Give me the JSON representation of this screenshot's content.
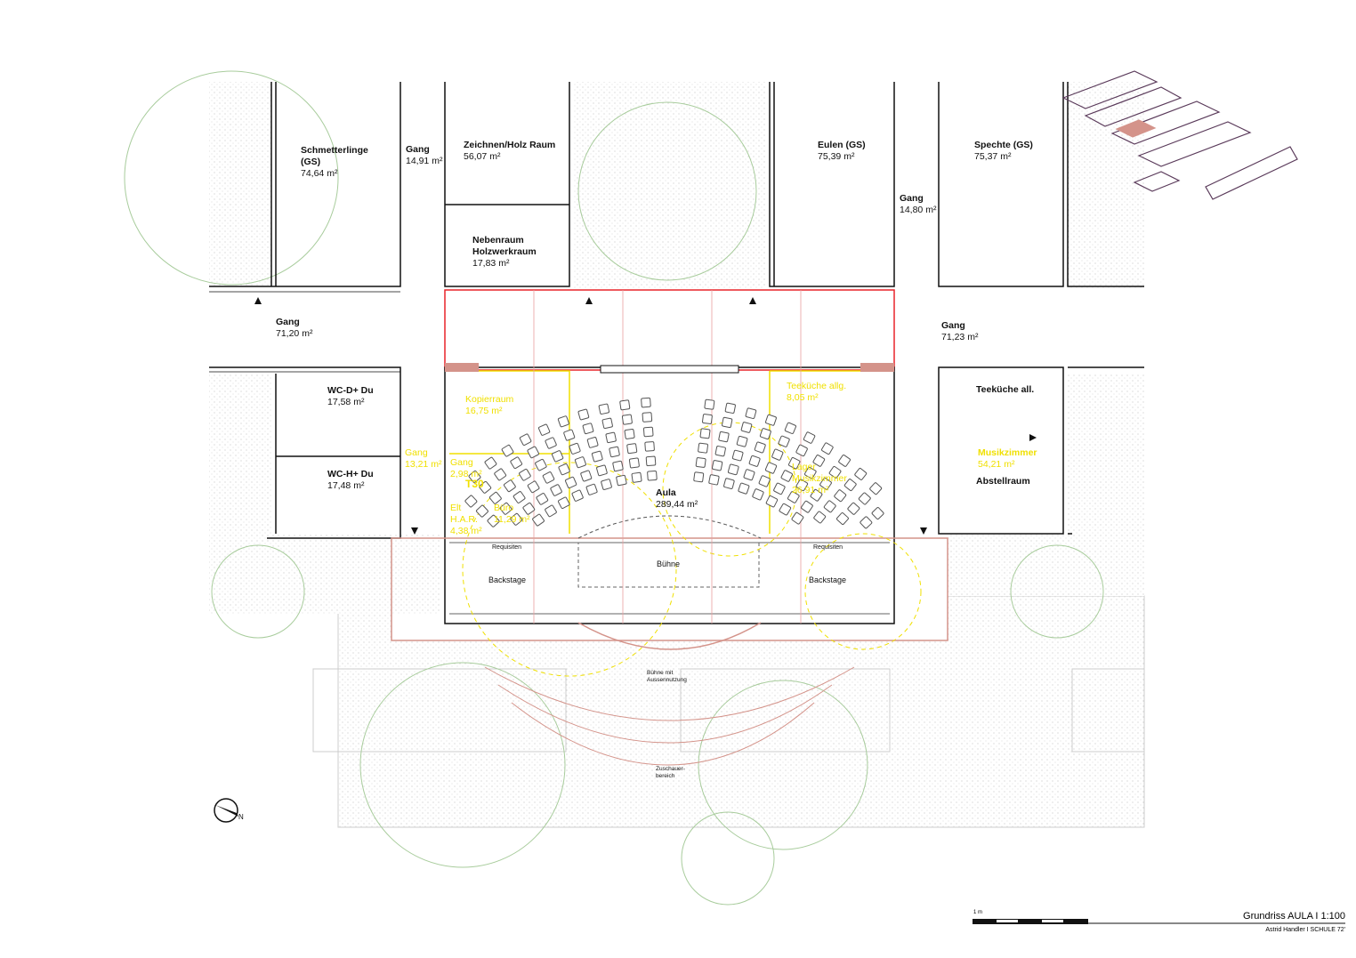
{
  "rooms_top": [
    {
      "name": "Schmetterlinge (GS)",
      "area": "74,64 m²"
    },
    {
      "name": "Gang",
      "area": "14,91 m²"
    },
    {
      "name": "Zeichnen/Holz Raum",
      "area": "56,07 m²"
    },
    {
      "name": "Nebenraum Holzwerkraum",
      "area": "17,83 m²"
    },
    {
      "name": "Eulen (GS)",
      "area": "75,39 m²"
    },
    {
      "name": "Gang",
      "area": "14,80 m²"
    },
    {
      "name": "Spechte (GS)",
      "area": "75,37 m²"
    }
  ],
  "corridors": [
    {
      "name": "Gang",
      "area": "71,20 m²"
    },
    {
      "name": "Gang",
      "area": "71,23 m²"
    }
  ],
  "rooms_mid": [
    {
      "name": "WC-D+ Du",
      "area": "17,58 m²"
    },
    {
      "name": "WC-H+ Du",
      "area": "17,48 m²"
    },
    {
      "name": "Teeküche all."
    },
    {
      "name": "Abstellraum"
    }
  ],
  "rooms_yellow": [
    {
      "name": "Gang",
      "area": "13,21 m²"
    },
    {
      "name": "Kopierraum",
      "area": "16,75 m²"
    },
    {
      "name": "Gang",
      "area": "2,98 m²"
    },
    {
      "name": "T30"
    },
    {
      "name": "Elt H.A.R.",
      "area": "4,38 m²"
    },
    {
      "name": "Büro",
      "area": "11,29 m²"
    },
    {
      "name": "Teeküche allg.",
      "area": "8,05 m²"
    },
    {
      "name": "Lager Musikzimmer",
      "area": "26,91 m²"
    },
    {
      "name": "Musikzimmer",
      "area": "54,21 m²"
    }
  ],
  "aula": {
    "name": "Aula",
    "area": "289,44 m²"
  },
  "stage": {
    "requisiten_left": "Requisiten",
    "requisiten_right": "Requisiten",
    "buehne": "Bühne",
    "backstage_left": "Backstage",
    "backstage_right": "Backstage",
    "outdoor_stage": "Bühne mit Aussennutzung",
    "audience": "Zuschauer-bereich"
  },
  "north": "N",
  "footer": {
    "scale_label": "1 m",
    "title": "Grundriss AULA I 1:100",
    "author": "Astrid Handler I SCHULE 72'"
  },
  "colors": {
    "wall": "#111111",
    "new": "#e8232a",
    "yellow": "#f0e000",
    "tree": "#a8cc9c",
    "hatch": "#d9d9d9",
    "pink": "#d4938a"
  }
}
